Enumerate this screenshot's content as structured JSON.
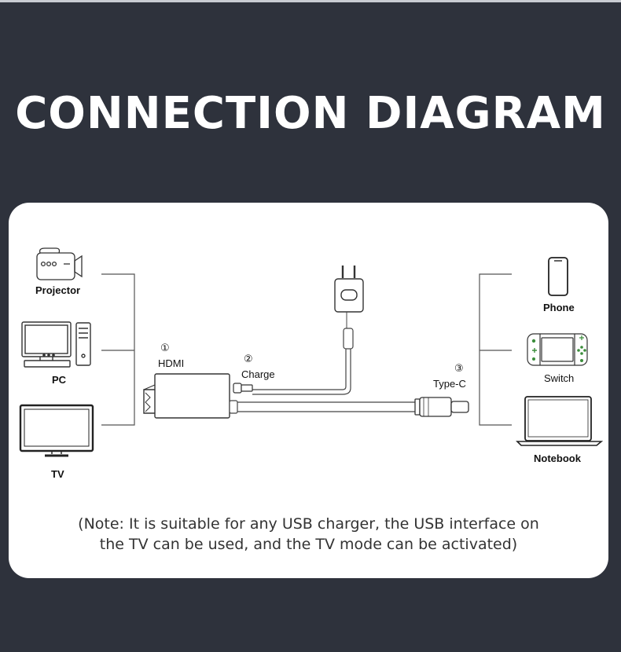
{
  "title": "CONNECTION DIAGRAM",
  "devices_left": {
    "projector": "Projector",
    "pc": "PC",
    "tv": "TV"
  },
  "devices_right": {
    "phone": "Phone",
    "switch": "Switch",
    "notebook": "Notebook"
  },
  "ports": {
    "hdmi": {
      "number": "①",
      "label": "HDMI"
    },
    "charge": {
      "number": "②",
      "label": "Charge"
    },
    "typec": {
      "number": "③",
      "label": "Type-C"
    }
  },
  "note": {
    "line1": "(Note: It is suitable for any USB charger, the USB interface on",
    "line2": "the TV can be used, and the TV mode can be activated)"
  },
  "colors": {
    "background": "#2e323c",
    "card": "#ffffff",
    "line": "#555555"
  }
}
